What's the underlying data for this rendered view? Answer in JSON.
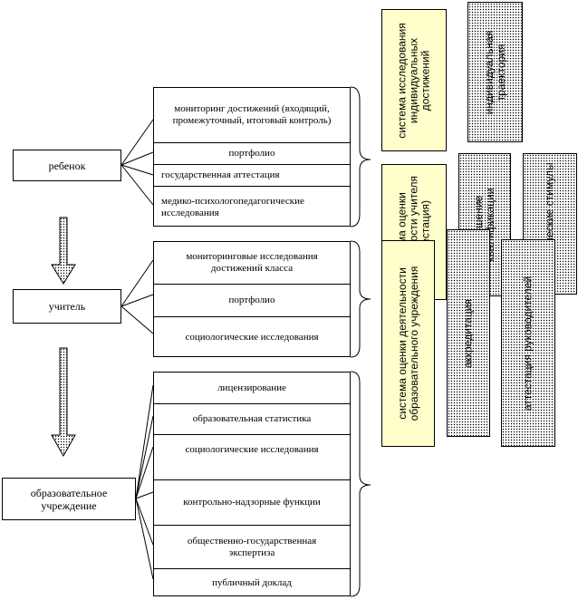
{
  "actors": {
    "child": "ребенок",
    "teacher": "учитель",
    "institution": "образовательное учреждение"
  },
  "child_methods": [
    "мониторинг достижений (входящий, промежуточный, итоговый контроль)",
    "портфолио",
    "государственная аттестация",
    "медико-психологопедагогические исследования"
  ],
  "teacher_methods": [
    "мониторинговые исследования достижений класса",
    "портфолио",
    "социологические исследования"
  ],
  "institution_methods": [
    "лицензирование",
    "образовательная статистика",
    "социологические исследования",
    "контрольно-надзорные функции",
    "общественно-государственная экспертиза",
    "публичный доклад"
  ],
  "systems": {
    "individual_research": "система исследования индивидуальных достижений",
    "individual_trajectory": "индивидуальная траектория",
    "teacher_activity": "система оценки деятельности учителя (аттестация)",
    "qualification": "повышение квалификации",
    "economic_incentives": "экономические стимулы",
    "institution_activity": "система оценки деятельности образовательного учреждения",
    "accreditation": "аккредитация",
    "head_attestation": "аттестация руководителей"
  },
  "colors": {
    "yellow": "#ffffcc",
    "line": "#000000"
  }
}
